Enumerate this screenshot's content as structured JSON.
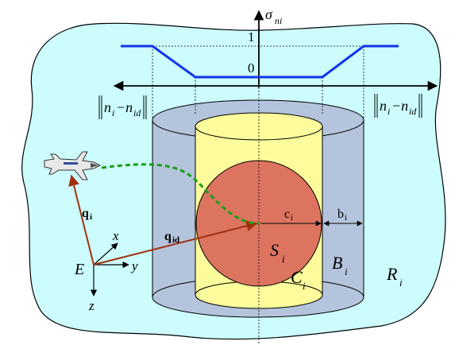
{
  "labels": {
    "sigma": "σ",
    "sigma_sub": "ni",
    "one": "1",
    "zero": "0",
    "norm_left_n": "n",
    "norm_left_i": "i",
    "norm_left_minus": "−n",
    "norm_left_sub": "id",
    "norm_right_n": "n",
    "norm_right_i": "i",
    "norm_right_minus": "−n",
    "norm_right_sub": "id",
    "q_i": "q",
    "q_i_sub": "i",
    "q_id": "q",
    "q_id_sub": "id",
    "c_i": "c",
    "c_i_sub": "i",
    "b_i": "b",
    "b_i_sub": "i",
    "S": "S",
    "S_sub": "i",
    "B": "B",
    "B_sub": "i",
    "C": "C",
    "C_sub": "i",
    "R": "R",
    "R_sub": "i",
    "E": "E",
    "x": "x",
    "y": "y",
    "z": "z"
  },
  "colors": {
    "region": "#ccfcfc",
    "outer_cylinder": "#b4c4dc",
    "inner_cylinder": "#fcfc9c",
    "sphere": "#dc7460",
    "membership_curve": "#1434ec",
    "trajectory": "#18a018",
    "position_vectors": "#a03010"
  },
  "icons": {
    "aircraft": "airplane-icon"
  }
}
